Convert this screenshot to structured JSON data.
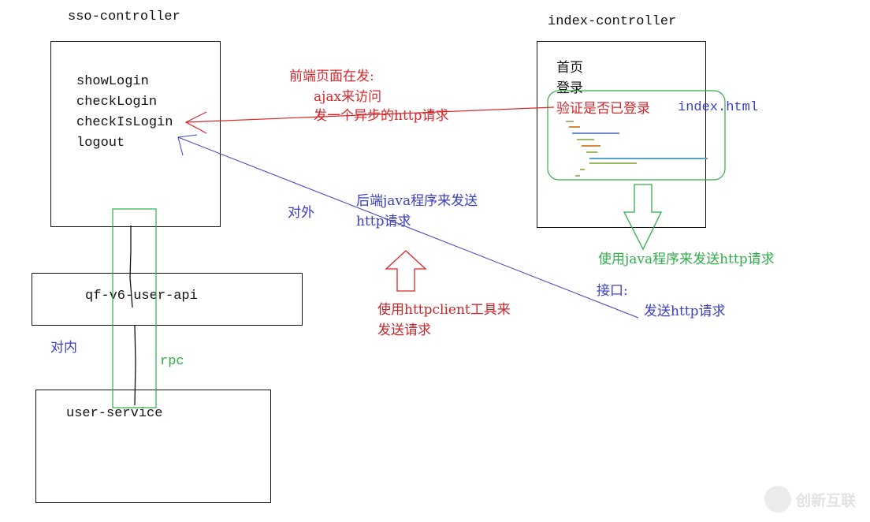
{
  "sso": {
    "title": "sso-controller",
    "methods": [
      "showLogin",
      "checkLogin",
      "checkIsLogin",
      "logout"
    ]
  },
  "index": {
    "title": "index-controller",
    "items": [
      "首页",
      "登录",
      "验证是否已登录"
    ],
    "file": "index.html"
  },
  "api": {
    "label": "qf-v6-user-api"
  },
  "service": {
    "label": "user-service"
  },
  "labels": {
    "frontend_line1": "前端页面在发:",
    "frontend_line2": "ajax来访问",
    "frontend_line3": "发一个异步的http请求",
    "external": "对外",
    "backend_line1": "后端java程序来发送",
    "backend_line2": "http请求",
    "httpclient_line1": "使用httpclient工具来",
    "httpclient_line2": "发送请求",
    "java_http": "使用java程序来发送http请求",
    "interface_line1": "接口:",
    "interface_line2": "发送http请求",
    "internal": "对内",
    "rpc": "rpc"
  },
  "watermark": {
    "text": "创新互联"
  },
  "colors": {
    "red": "#d9262b",
    "blue": "#3b3fbf",
    "green": "#2fae4a"
  }
}
